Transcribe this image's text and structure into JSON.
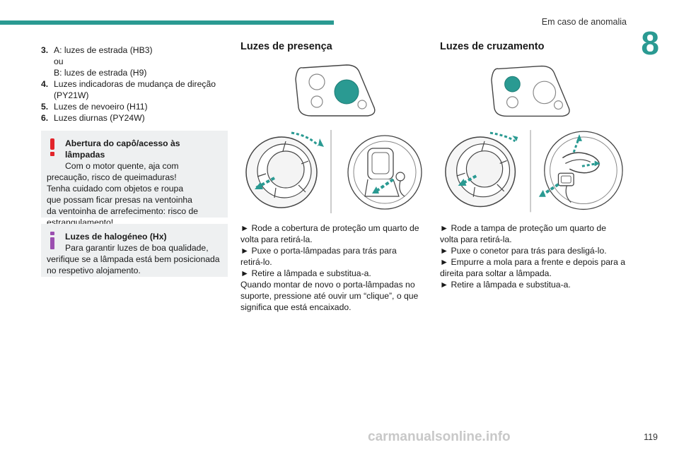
{
  "header": {
    "chapter_title": "Em caso de anomalia",
    "chapter_number": "8"
  },
  "left": {
    "items": [
      {
        "num": "3.",
        "lines": [
          "A: luzes de estrada (HB3)",
          "ou",
          "B: luzes de estrada (H9)"
        ]
      },
      {
        "num": "4.",
        "lines": [
          "Luzes indicadoras de mudança de direção",
          "(PY21W)"
        ]
      },
      {
        "num": "5.",
        "lines": [
          "Luzes de nevoeiro (H11)"
        ]
      },
      {
        "num": "6.",
        "lines": [
          "Luzes diurnas (PY24W)"
        ]
      }
    ],
    "warning": {
      "title": "Abertura do capô/acesso às lâmpadas",
      "first_line": "Com o motor quente, aja com",
      "rest": [
        "precaução, risco de queimaduras!",
        "Tenha cuidado com objetos e roupa",
        "que possam ficar presas na ventoinha",
        "da ventoinha de arrefecimento: risco de",
        "estrangulamento!"
      ]
    },
    "info": {
      "title": "Luzes de halogéneo (Hx)",
      "first_line": "Para garantir luzes de boa qualidade,",
      "rest": [
        "verifique se a lâmpada está bem posicionada",
        "no respetivo alojamento."
      ]
    }
  },
  "middle": {
    "heading": "Luzes de presença",
    "instructions": [
      "► Rode a cobertura de proteção um quarto de",
      "volta para retirá-la.",
      "► Puxe o porta-lâmpadas para trás para",
      "retirá-lo.",
      "► Retire a lâmpada e substitua-a.",
      "Quando montar de novo o porta-lâmpadas no",
      "suporte, pressione até ouvir um “clique”, o que",
      "significa que está encaixado."
    ]
  },
  "right": {
    "heading": "Luzes de cruzamento",
    "instructions": [
      "► Rode a tampa de proteção um quarto de",
      "volta para retirá-la.",
      "► Puxe o conetor para trás para desligá-lo.",
      "► Empurre a mola para a frente e depois para a",
      "direita para soltar a lâmpada.",
      "► Retire a lâmpada e substitua-a."
    ]
  },
  "footer": {
    "page_number": "119",
    "watermark": "carmanualsonline.info"
  },
  "colors": {
    "accent": "#2a9a92",
    "warning": "#e2242a",
    "info": "#9b4fb0",
    "note_bg": "#eef0f1"
  },
  "icons": [
    "warning-exclamation-icon",
    "info-icon"
  ]
}
